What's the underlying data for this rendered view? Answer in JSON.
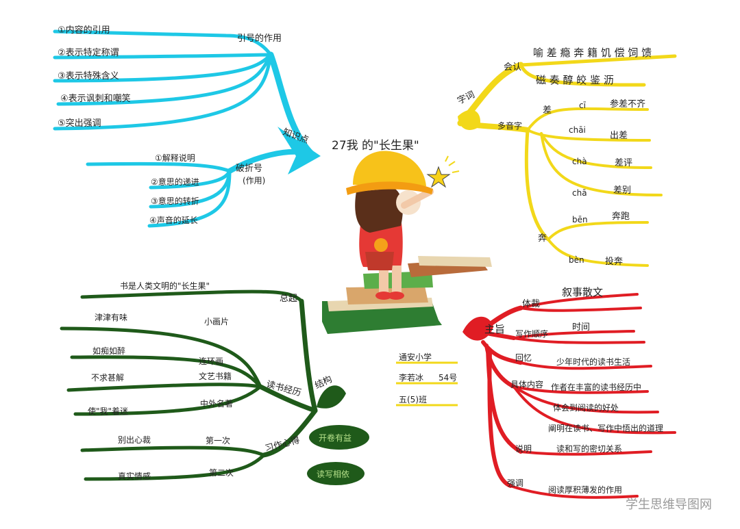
{
  "title": "27我 的\"长生果\"",
  "school": {
    "line1": "通安小学",
    "line2": "李若冰",
    "line2_num": "54号",
    "line3": "五(5)班"
  },
  "watermark": "学生思维导图网",
  "colors": {
    "blue": "#1ec8e6",
    "yellow": "#f2d81a",
    "green": "#1f5a1a",
    "red": "#e01d24"
  },
  "knowledge": {
    "label": "知识点",
    "quote": {
      "label": "引号的作用",
      "items": [
        "①内容的引用",
        "②表示特定称谓",
        "③表示特殊含义",
        "④表示讽刺和嘲笑",
        "⑤突出强调"
      ]
    },
    "dash": {
      "label": "破折号",
      "label2": "(作用)",
      "items": [
        "①解释说明",
        "②意思的递进",
        "③意思的转折",
        "④声音的延长"
      ]
    }
  },
  "words": {
    "label": "字词",
    "recognize": {
      "label": "会认",
      "row1": "喻 差 瘾 奔 籍 饥 偿 饲 馈",
      "row2": "磁 奏 醇 皎 鉴 沥"
    },
    "poly": {
      "label": "多音字",
      "cha": {
        "char": "差",
        "items": [
          {
            "pinyin": "cī",
            "word": "参差不齐"
          },
          {
            "pinyin": "chāi",
            "word": "出差"
          },
          {
            "pinyin": "chà",
            "word": "差评"
          },
          {
            "pinyin": "chā",
            "word": "差别"
          }
        ]
      },
      "ben": {
        "char": "奔",
        "items": [
          {
            "pinyin": "bēn",
            "word": "奔跑"
          },
          {
            "pinyin": "bèn",
            "word": "投奔"
          }
        ]
      }
    }
  },
  "structure": {
    "label": "结构",
    "summary": {
      "label": "总起",
      "text": "书是人类文明的\"长生果\""
    },
    "reading": {
      "label": "读书经历",
      "items": [
        {
          "sub": "小画片",
          "left": "津津有味"
        },
        {
          "sub": "连环画",
          "left": "如痴如醉"
        },
        {
          "sub": "文艺书籍",
          "left": "不求甚解"
        },
        {
          "sub": "中外名著",
          "left": "使\"我\"着迷"
        }
      ]
    },
    "writing": {
      "label": "习作心得",
      "items": [
        {
          "sub": "第一次",
          "left": "别出心裁"
        },
        {
          "sub": "第二次",
          "left": "真实情感"
        }
      ]
    },
    "open": "开卷有益",
    "echo": "读写相依"
  },
  "theme": {
    "label": "主旨",
    "items": [
      {
        "label": "体裁",
        "texts": [
          "叙事散文"
        ]
      },
      {
        "label": "写作顺序",
        "texts": [
          "时间"
        ]
      },
      {
        "label": "回忆",
        "texts": [
          "少年时代的读书生活"
        ]
      },
      {
        "label": "具体内容",
        "texts": [
          "作者在丰富的读书经历中",
          "体会到阅读的好处",
          "阐明在读书、写作中悟出的道理"
        ]
      },
      {
        "label": "说明",
        "texts": [
          "读和写的密切关系"
        ]
      },
      {
        "label": "强调",
        "texts": [
          "阅读厚积薄发的作用"
        ]
      }
    ]
  }
}
